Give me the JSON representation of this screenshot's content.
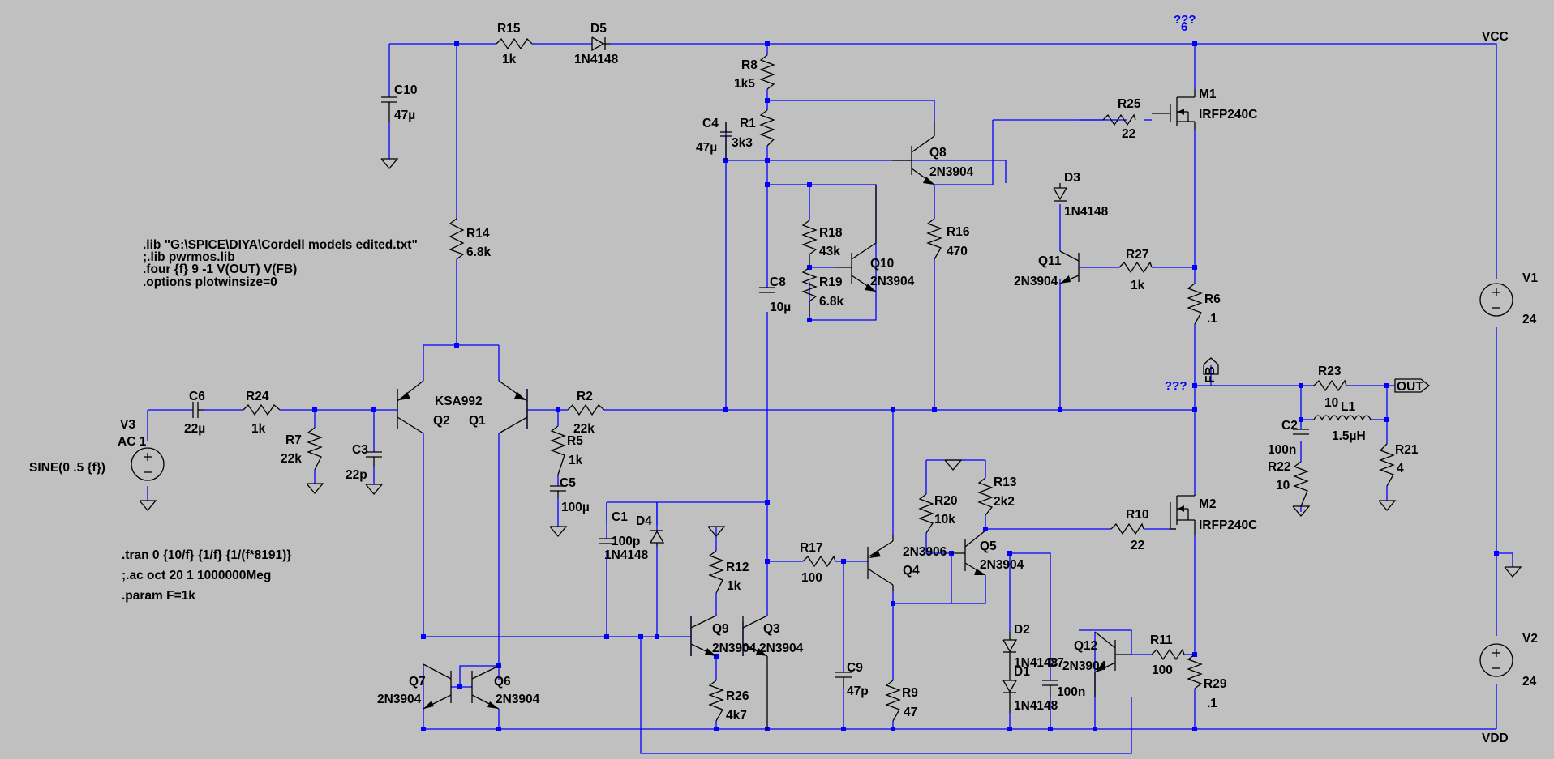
{
  "colors": {
    "background": "#c0c0c0",
    "wire": "#0000ff",
    "component": "#000000",
    "text": "#000000"
  },
  "directives": {
    "lib1": ".lib \"G:\\SPICE\\DIYA\\Cordell models edited.txt\"",
    "lib2": ";.lib pwrmos.lib",
    "four": ".four {f} 9 -1 V(OUT) V(FB)",
    "opts": ".options plotwinsize=0",
    "tran": ".tran 0 {10/f} {1/f} {1/(f*8191)}",
    "ac": ";.ac oct 20 1 1000000Meg",
    "param": ".param F=1k"
  },
  "nets": {
    "vcc": "VCC",
    "vdd": "VDD",
    "out": "OUT",
    "fb": "FB",
    "q1": "???",
    "q2": "???",
    "q3": "6"
  },
  "components": {
    "R15": {
      "name": "R15",
      "value": "1k"
    },
    "D5": {
      "name": "D5",
      "value": "1N4148"
    },
    "C10": {
      "name": "C10",
      "value": "47µ"
    },
    "R8": {
      "name": "R8",
      "value": "1k5"
    },
    "R1": {
      "name": "R1",
      "value": "3k3"
    },
    "C4": {
      "name": "C4",
      "value": "47µ"
    },
    "R25": {
      "name": "R25",
      "value": "22"
    },
    "M1": {
      "name": "M1",
      "value": "IRFP240C"
    },
    "Q8": {
      "name": "Q8",
      "value": "2N3904"
    },
    "D3": {
      "name": "D3",
      "value": "1N4148"
    },
    "R18": {
      "name": "R18",
      "value": "43k"
    },
    "R19": {
      "name": "R19",
      "value": "6.8k"
    },
    "Q10": {
      "name": "Q10",
      "value": "2N3904"
    },
    "R16": {
      "name": "R16",
      "value": "470"
    },
    "C8": {
      "name": "C8",
      "value": "10µ"
    },
    "R14": {
      "name": "R14",
      "value": "6.8k"
    },
    "Q11": {
      "name": "Q11",
      "value": "2N3904"
    },
    "R27": {
      "name": "R27",
      "value": "1k"
    },
    "R6": {
      "name": "R6",
      "value": ".1"
    },
    "V1": {
      "name": "V1",
      "value": "24"
    },
    "V2": {
      "name": "V2",
      "value": "24"
    },
    "V3": {
      "name": "V3",
      "value": "AC 1",
      "extra": "SINE(0 .5 {f})"
    },
    "C6": {
      "name": "C6",
      "value": "22µ"
    },
    "R24": {
      "name": "R24",
      "value": "1k"
    },
    "R7": {
      "name": "R7",
      "value": "22k"
    },
    "C3": {
      "name": "C3",
      "value": "22p"
    },
    "Q2": {
      "name": "Q2",
      "value": ""
    },
    "Q1": {
      "name": "Q1",
      "value": ""
    },
    "Qpair": {
      "name": "",
      "value": "KSA992"
    },
    "R2": {
      "name": "R2",
      "value": "22k"
    },
    "R5": {
      "name": "R5",
      "value": "1k"
    },
    "C5": {
      "name": "C5",
      "value": "100µ"
    },
    "R23": {
      "name": "R23",
      "value": "10"
    },
    "L1": {
      "name": "L1",
      "value": "1.5µH"
    },
    "C2": {
      "name": "C2",
      "value": "100n"
    },
    "R22": {
      "name": "R22",
      "value": "10"
    },
    "R21": {
      "name": "R21",
      "value": "4"
    },
    "C1": {
      "name": "C1",
      "value": "100p"
    },
    "D4": {
      "name": "D4",
      "value": "1N4148"
    },
    "R12": {
      "name": "R12",
      "value": "1k"
    },
    "R17": {
      "name": "R17",
      "value": "100"
    },
    "R20": {
      "name": "R20",
      "value": "10k"
    },
    "R13": {
      "name": "R13",
      "value": "2k2"
    },
    "Q5": {
      "name": "Q5",
      "value": "2N3904"
    },
    "Q4": {
      "name": "Q4",
      "value": "2N3906"
    },
    "R10": {
      "name": "R10",
      "value": "22"
    },
    "M2": {
      "name": "M2",
      "value": "IRFP240C"
    },
    "Q9": {
      "name": "Q9",
      "value": "2N3904"
    },
    "Q3": {
      "name": "Q3",
      "value": "2N3904"
    },
    "C9": {
      "name": "C9",
      "value": "47p"
    },
    "D2": {
      "name": "D2",
      "value": "1N4148"
    },
    "D1": {
      "name": "D1",
      "value": "1N4148"
    },
    "Q12": {
      "name": "Q12",
      "value": "2N3904"
    },
    "C7": {
      "name": "C7",
      "value": "100n"
    },
    "R11": {
      "name": "R11",
      "value": "100"
    },
    "R29": {
      "name": "R29",
      "value": ".1"
    },
    "R26": {
      "name": "R26",
      "value": "4k7"
    },
    "R9": {
      "name": "R9",
      "value": "47"
    },
    "Q7": {
      "name": "Q7",
      "value": "2N3904"
    },
    "Q6": {
      "name": "Q6",
      "value": "2N3904"
    }
  }
}
